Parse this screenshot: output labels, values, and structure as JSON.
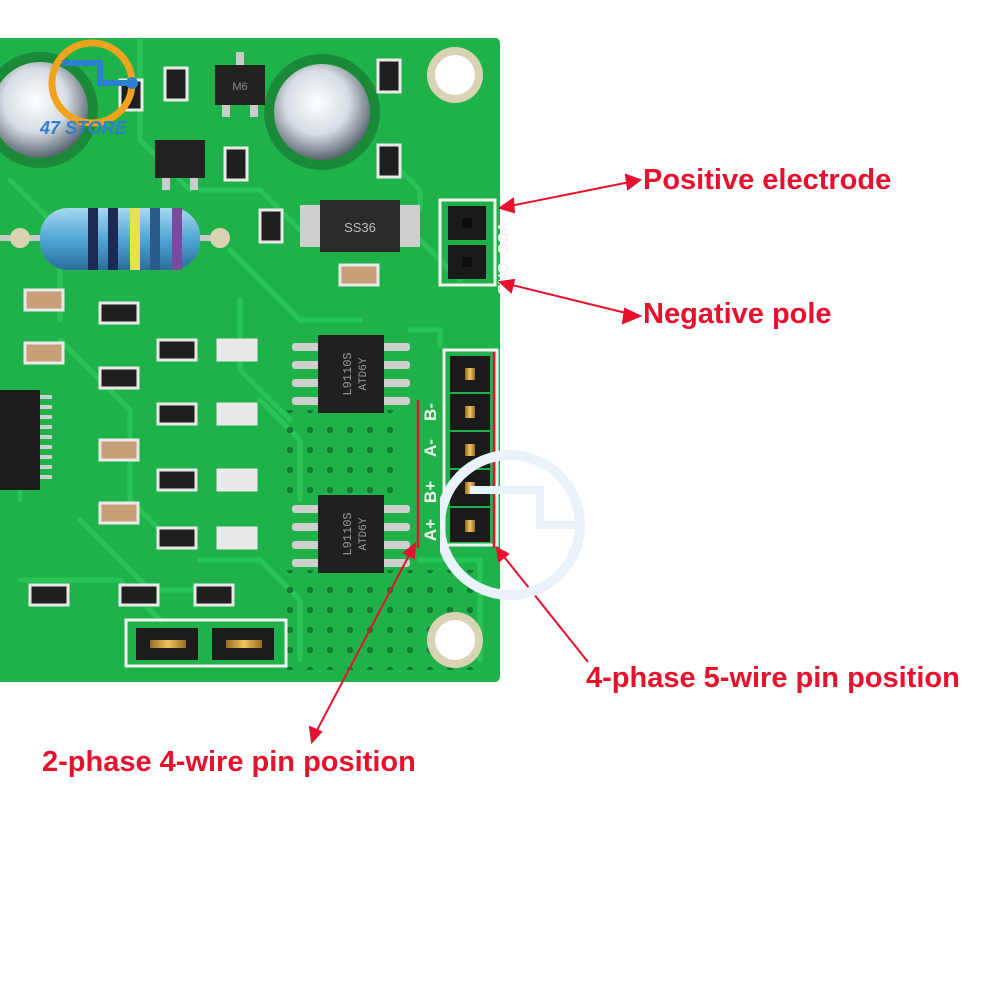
{
  "image": {
    "subject": "green stepper motor driver board close-up with red annotation arrows"
  },
  "watermark": {
    "text": "47 STORE"
  },
  "board": {
    "color": "#1fb24a",
    "silkscreen": {
      "power_labels": [
        "VCC",
        "GND"
      ],
      "phase_labels": [
        "B-",
        "A-",
        "B+",
        "A+"
      ],
      "diode_marking": "SS36",
      "ic_marking_1": "L9110S",
      "ic_marking_2": "ATD6Y",
      "transistor_marking": "M6"
    }
  },
  "annotations": {
    "color": "#e8112d",
    "positive": "Positive electrode",
    "negative": "Negative pole",
    "four_phase": "4-phase 5-wire pin position",
    "two_phase": "2-phase 4-wire pin position"
  }
}
